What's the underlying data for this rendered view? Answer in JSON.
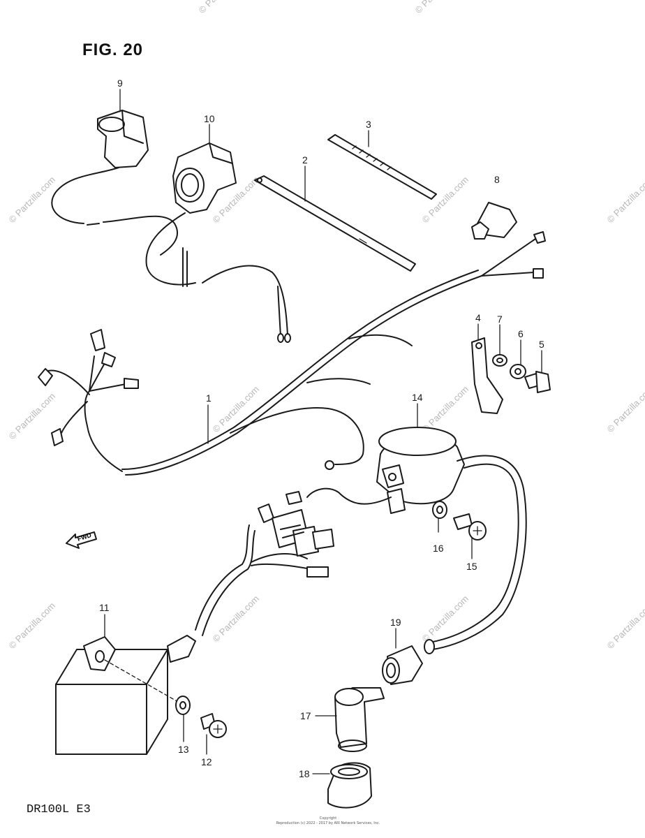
{
  "figure": {
    "title": "FIG. 20",
    "model_code": "DR100L  E3",
    "copyright_line1": "Copyright",
    "copyright_line2": "Reproduction (c) 2022 - 2017 by ARI Network Services, Inc."
  },
  "watermark": {
    "text": "© Partzilla.com"
  },
  "fwd_marker": {
    "text": "FWD"
  },
  "callouts": [
    {
      "id": "part-1",
      "number": "1"
    },
    {
      "id": "part-2",
      "number": "2"
    },
    {
      "id": "part-3",
      "number": "3"
    },
    {
      "id": "part-4",
      "number": "4"
    },
    {
      "id": "part-5",
      "number": "5"
    },
    {
      "id": "part-6",
      "number": "6"
    },
    {
      "id": "part-7",
      "number": "7"
    },
    {
      "id": "part-8",
      "number": "8"
    },
    {
      "id": "part-9",
      "number": "9"
    },
    {
      "id": "part-10",
      "number": "10"
    },
    {
      "id": "part-11",
      "number": "11"
    },
    {
      "id": "part-12",
      "number": "12"
    },
    {
      "id": "part-13",
      "number": "13"
    },
    {
      "id": "part-14",
      "number": "14"
    },
    {
      "id": "part-15",
      "number": "15"
    },
    {
      "id": "part-16",
      "number": "16"
    },
    {
      "id": "part-17",
      "number": "17"
    },
    {
      "id": "part-18",
      "number": "18"
    },
    {
      "id": "part-19",
      "number": "19"
    }
  ]
}
